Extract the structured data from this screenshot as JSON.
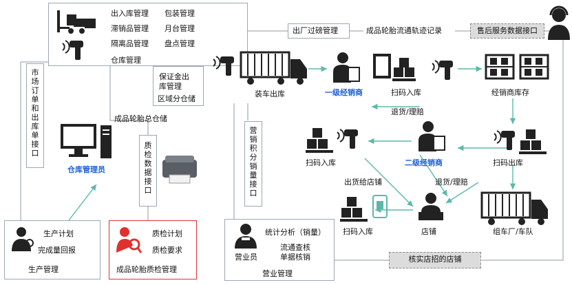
{
  "colors": {
    "teal": "#5bb8a9",
    "blue": "#1e5fd8",
    "red": "#e03030",
    "grey_box": "#dcdcdc"
  },
  "warehouse": {
    "items": [
      "出入库管理",
      "包装管理",
      "滞销品管理",
      "月台管理",
      "隔离品管理",
      "盘点管理"
    ],
    "label": "仓库管理",
    "title": "成品轮胎总仓储",
    "sub": [
      "保证金出",
      "库管理",
      "区域分仓储"
    ]
  },
  "interfaces": {
    "market": "市场订单和出库单接口",
    "quality": "质检数据接口",
    "sales": "营销积分销量接口",
    "weighbridge": "出厂过磅管理",
    "trace": "成品轮胎流通轨迹记录",
    "after_sales": "售后服务数据接口",
    "verify_store": "核实店招的店铺"
  },
  "nodes": {
    "loading": "装车出库",
    "dealer1": "一级经销商",
    "scan_in_1": "扫码入库",
    "dealer_stock": "经销商库存",
    "return1": "退货/理赔",
    "scan_in_2": "扫码入库",
    "dealer2": "二级经销商",
    "scan_out": "扫码出库",
    "ship_store": "出货给店铺",
    "return2": "退货/理赔",
    "scan_in_3": "扫码入库",
    "store": "店铺",
    "fleet": "组车厂/车队",
    "warehouse_admin": "仓库管理员"
  },
  "production": {
    "plan": "生产计划",
    "report": "完成量回报",
    "title": "生产管理"
  },
  "quality": {
    "plan": "质检计划",
    "req": "质检要求",
    "title": "成品轮胎质检管理"
  },
  "sales": {
    "person": "营业员",
    "stats": "统计分析（销量）",
    "audit1": "流通查核",
    "audit2": "单据核销",
    "title": "营业管理"
  }
}
